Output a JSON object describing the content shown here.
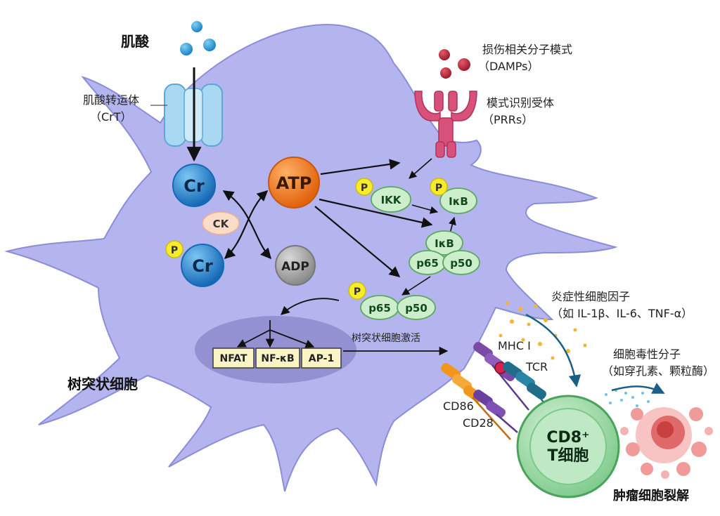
{
  "labels": {
    "creatine": "肌酸",
    "crt_line1": "肌酸转运体",
    "crt_line2": "（CrT）",
    "damps_line1": "损伤相关分子模式",
    "damps_line2": "（DAMPs）",
    "prrs_line1": "模式识别受体",
    "prrs_line2": "（PRRs）",
    "dendritic_cell": "树突状细胞",
    "dc_activation": "树突状细胞激活",
    "cytokines_line1": "炎症性细胞因子",
    "cytokines_line2": "（如 IL-1β、IL-6、TNF-α）",
    "cytotoxic_line1": "细胞毒性分子",
    "cytotoxic_line2": "（如穿孔素、颗粒酶）",
    "tumor_lysis": "肿瘤细胞裂解",
    "mhc": "MHC I",
    "tcr": "TCR",
    "cd86": "CD86",
    "cd28": "CD28",
    "cd8_line1": "CD8⁺",
    "cd8_line2": "T细胞"
  },
  "nodes": {
    "cr": "Cr",
    "pcr": "Cr",
    "phospho": "P",
    "ck": "CK",
    "atp": "ATP",
    "adp": "ADP",
    "ikk": "IKK",
    "ikb": "IκB",
    "ikb_complex": "IκB",
    "p65": "p65",
    "p50": "p50"
  },
  "transcription_factors": [
    "NFAT",
    "NF-κB",
    "AP-1"
  ],
  "colors": {
    "cell_fill": "#b4b5ee",
    "cell_stroke": "#8b8dd6",
    "nucleus": "#8a86c8",
    "cr_blue": "#2b8fd6",
    "atp_orange": "#f27a1e",
    "adp_gray": "#9a9a9a",
    "green_node": "#cdeecb",
    "phospho_yellow": "#f7ec2a",
    "tcell_green": "#8fd49a",
    "tumor_pink": "#f09a9a",
    "receptor_pink": "#d8517a"
  }
}
